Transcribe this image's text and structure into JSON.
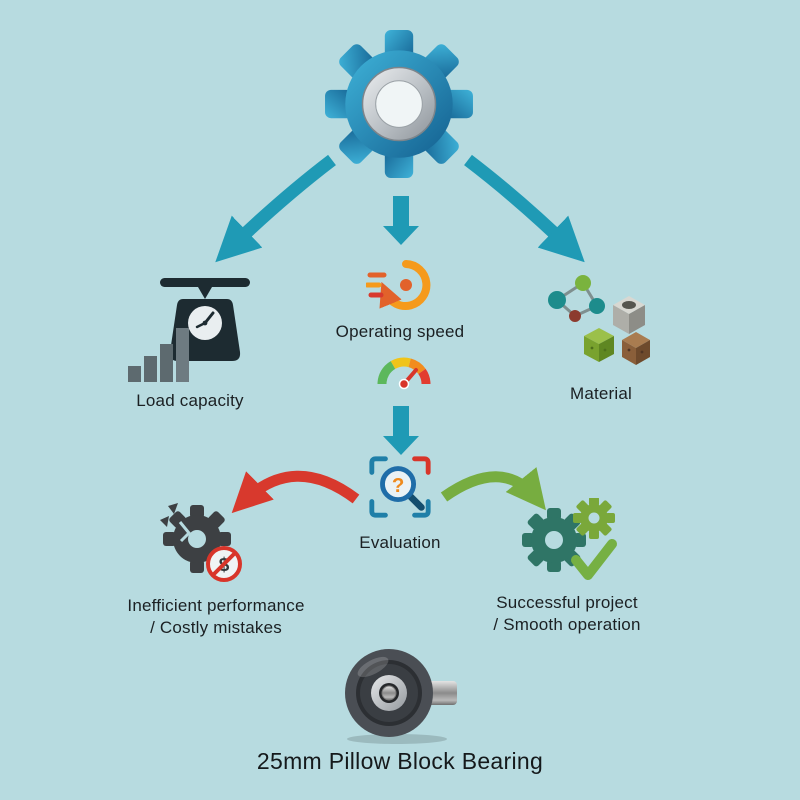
{
  "canvas": {
    "background_color": "#b7dbe0"
  },
  "root_icon": "gear-icon",
  "nodes": {
    "load_capacity": {
      "label": "Load capacity",
      "icon": "scale-weight-bars-icon"
    },
    "operating_speed": {
      "label": "Operating speed",
      "icon": "speed-circular-arrow-icon",
      "secondary_icon": "speedometer-gauge-icon"
    },
    "material": {
      "label": "Material",
      "icon": "molecule-material-cubes-icon"
    },
    "evaluation": {
      "label": "Evaluation",
      "icon": "magnifier-question-icon"
    },
    "negative_outcome": {
      "label_line1": "Inefficient performance",
      "label_line2": "/ Costly mistakes",
      "icon": "broken-gear-no-dollar-icon"
    },
    "positive_outcome": {
      "label_line1": "Successful project",
      "label_line2": "/ Smooth operation",
      "icon": "gears-checkmark-icon"
    }
  },
  "footer": {
    "caption": "25mm Pillow Block Bearing",
    "image": "pillow-block-bearing-illustration"
  },
  "arrows": [
    {
      "name": "gear-to-load-capacity",
      "color": "#1f9ab5"
    },
    {
      "name": "gear-to-operating-speed",
      "color": "#1f9ab5"
    },
    {
      "name": "gear-to-material",
      "color": "#1f9ab5"
    },
    {
      "name": "gauge-to-evaluation",
      "color": "#1f9ab5"
    },
    {
      "name": "evaluation-to-negative",
      "color": "#d8392d"
    },
    {
      "name": "evaluation-to-positive",
      "color": "#77ad40"
    }
  ],
  "colors": {
    "teal_arrow": "#1f9ab5",
    "red_arrow": "#d8392d",
    "green_arrow": "#77ad40",
    "gear_blue_dark": "#135f8f",
    "gear_blue_light": "#3fb3d9",
    "dark_icon": "#1d2b31",
    "orange_accent": "#f59a1c",
    "text": "#1b2023"
  }
}
